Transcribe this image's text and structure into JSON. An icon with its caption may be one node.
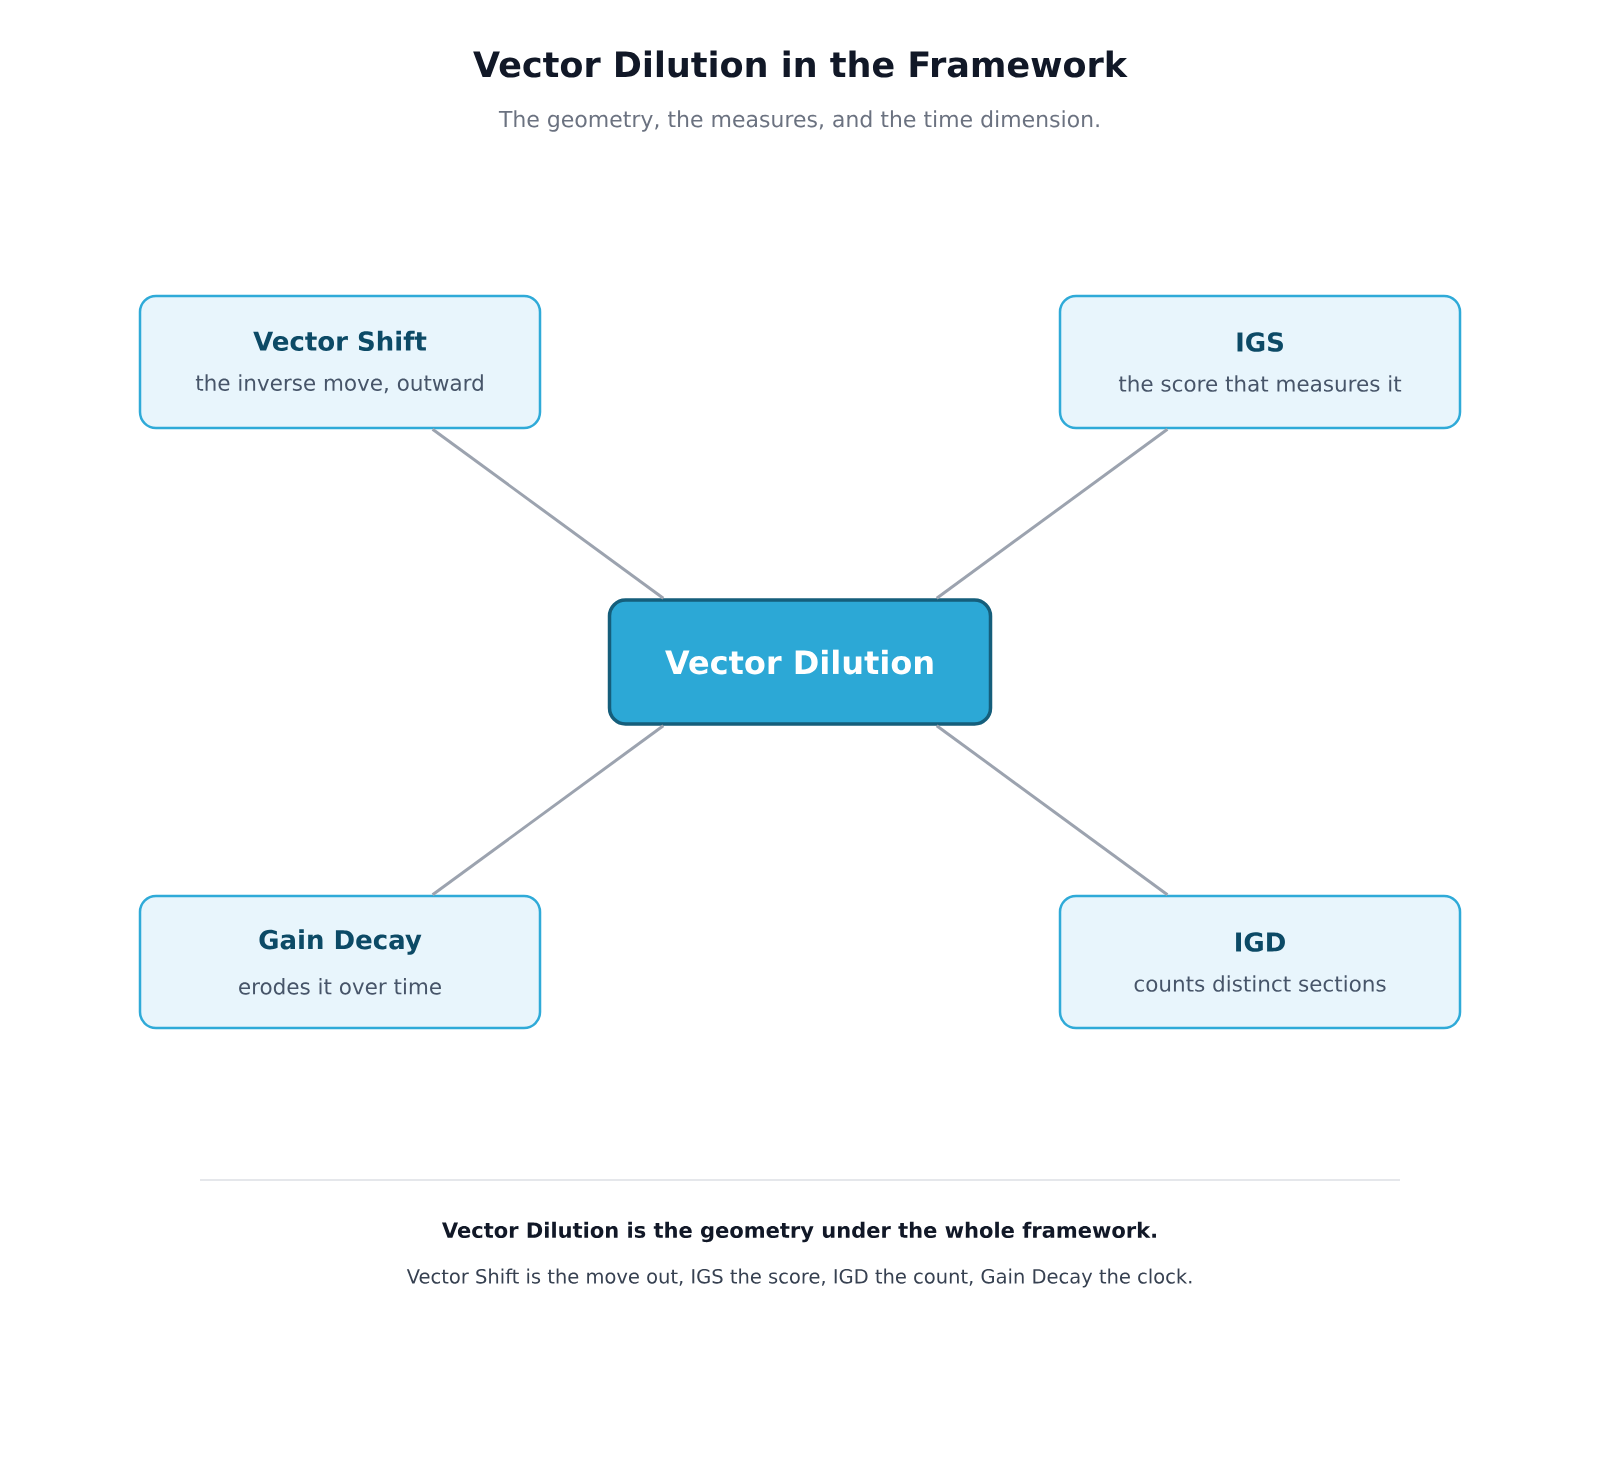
{
  "diagram": {
    "title": "Vector Dilution in the Framework",
    "nodes": [
      {
        "text": [
          "Vector Shift",
          "the inverse move, outward"
        ]
      },
      {
        "text": [
          "IGS",
          "the score that measures it"
        ]
      },
      {
        "text": [
          "Vector Dilution"
        ]
      },
      {
        "text": [
          "Gain Decay",
          "erodes it over time"
        ]
      },
      {
        "text": [
          "IGD",
          "counts distinct sections"
        ]
      }
    ],
    "edges": [
      {
        "from": 2,
        "to": 0,
        "arrow": "none"
      },
      {
        "from": 2,
        "to": 1,
        "arrow": "none"
      },
      {
        "from": 2,
        "to": 3,
        "arrow": "none"
      },
      {
        "from": 2,
        "to": 4,
        "arrow": "none"
      }
    ],
    "labels": [
      "The geometry, the measures, and the time dimension.",
      "Vector Dilution is the geometry under the whole framework.",
      "Vector Shift is the move out, IGS the score, IGD the count, Gain Decay the clock."
    ]
  }
}
